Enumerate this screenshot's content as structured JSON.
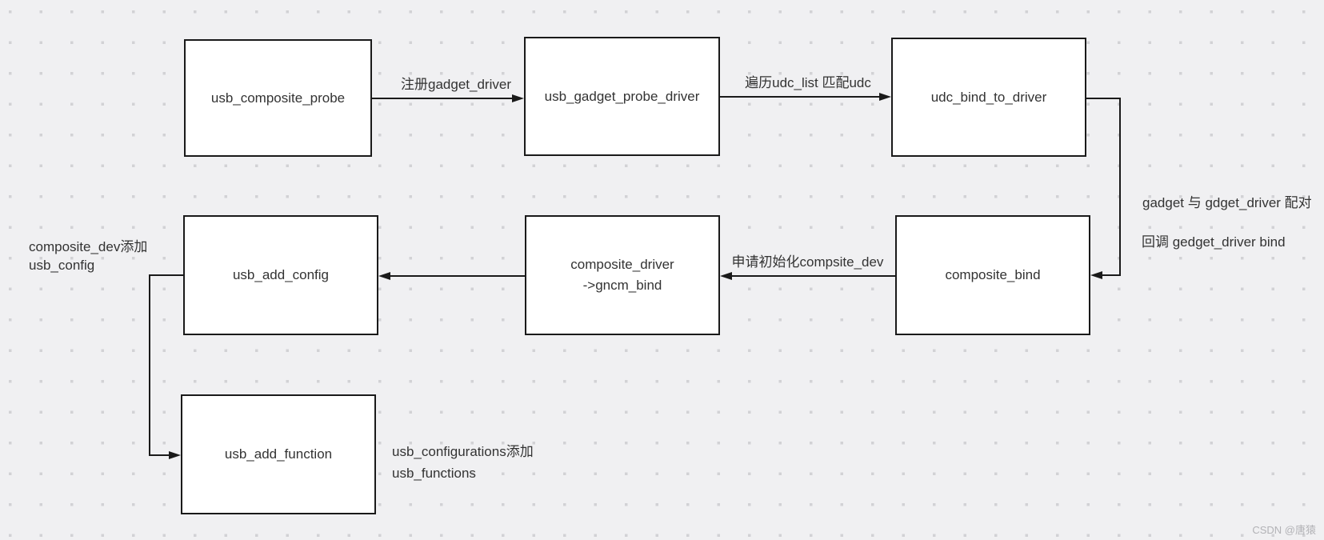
{
  "diagram": {
    "nodes": [
      {
        "label": "usb_composite_probe"
      },
      {
        "label": "usb_gadget_probe_driver"
      },
      {
        "label": "udc_bind_to_driver"
      },
      {
        "label": "composite_bind"
      },
      {
        "label": "composite_driver\n->gncm_bind"
      },
      {
        "label": "usb_add_config"
      },
      {
        "label": "usb_add_function"
      }
    ],
    "edge_labels": [
      {
        "text": "注册gadget_driver"
      },
      {
        "text": "遍历udc_list 匹配udc"
      },
      {
        "text": "申请初始化compsite_dev"
      }
    ],
    "notes": [
      {
        "text": "gadget 与 gdget_driver 配对"
      },
      {
        "text": "回调 gedget_driver bind"
      },
      {
        "text": "composite_dev添加\nusb_config"
      },
      {
        "text": "usb_configurations添加\nusb_functions"
      }
    ],
    "colors": {
      "background": "#f0f0f2",
      "grid_dot": "#d2d2d5",
      "node_fill": "#ffffff",
      "stroke": "#1a1a1a",
      "text": "#333333",
      "watermark": "#b2b2b6"
    }
  },
  "watermark": {
    "text": "CSDN @唐猿"
  }
}
